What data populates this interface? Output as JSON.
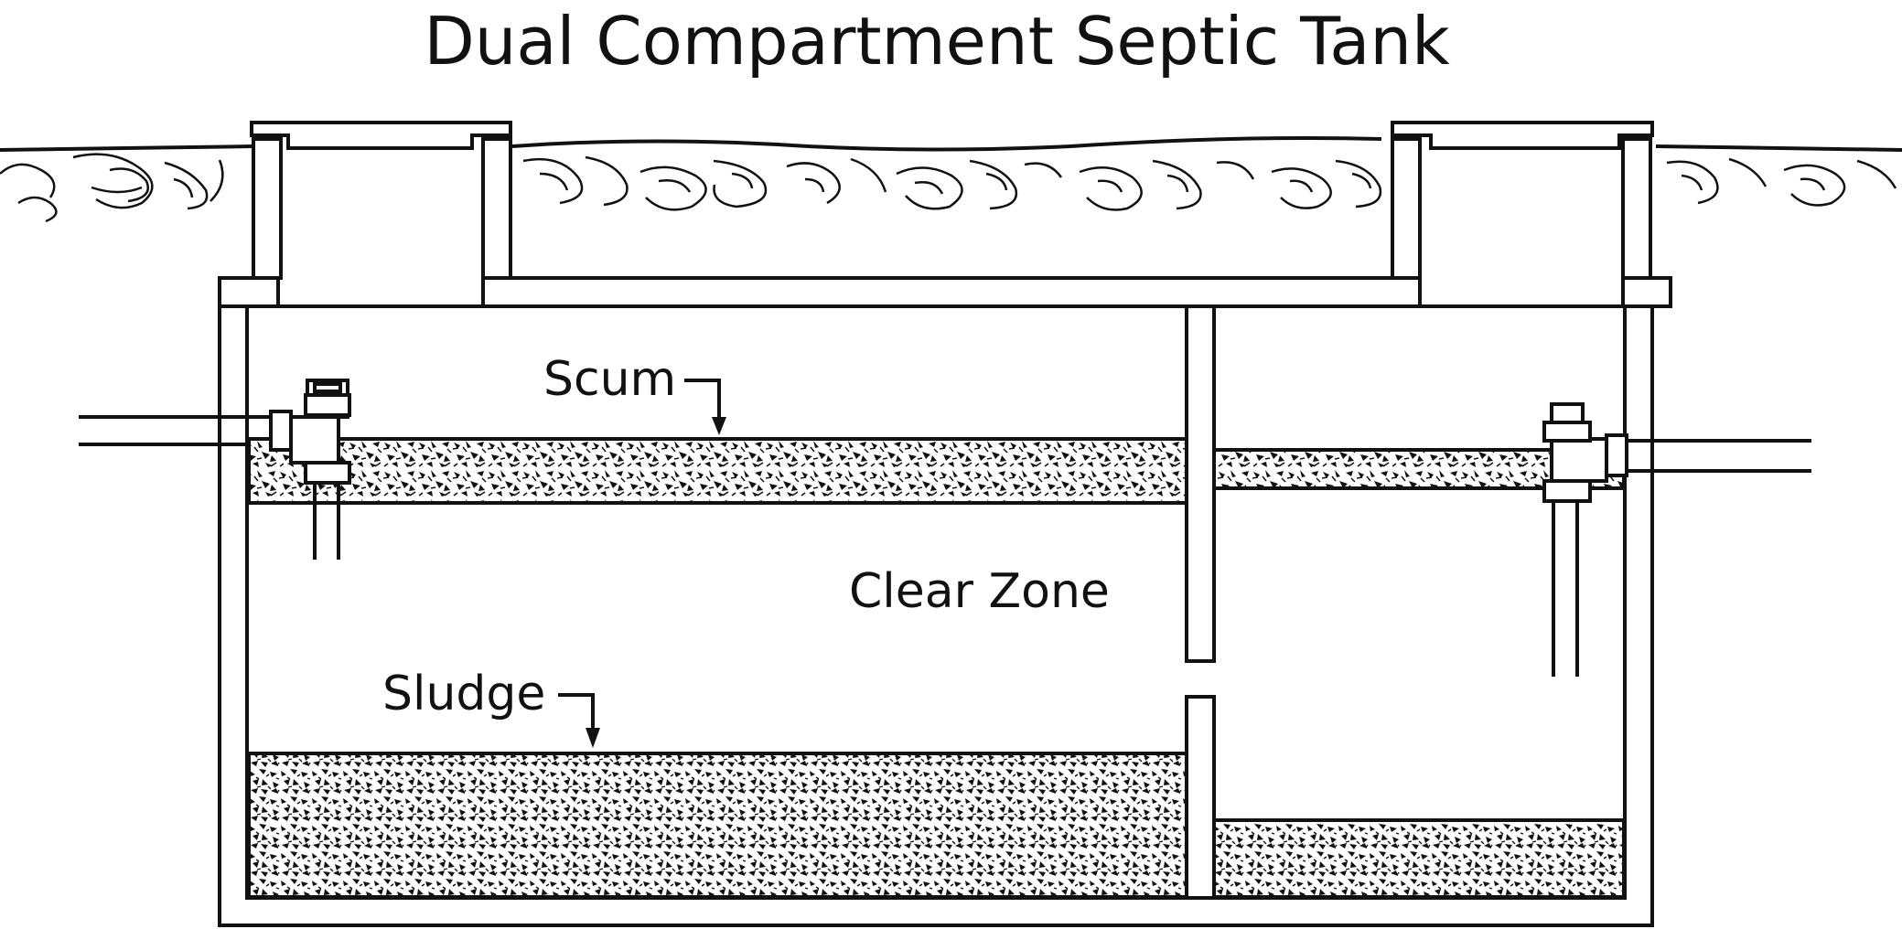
{
  "title": "Dual Compartment Septic Tank",
  "labels": {
    "scum": "Scum",
    "clear_zone": "Clear Zone",
    "sludge": "Sludge"
  },
  "colors": {
    "ink": "#111111",
    "background": "#ffffff"
  }
}
